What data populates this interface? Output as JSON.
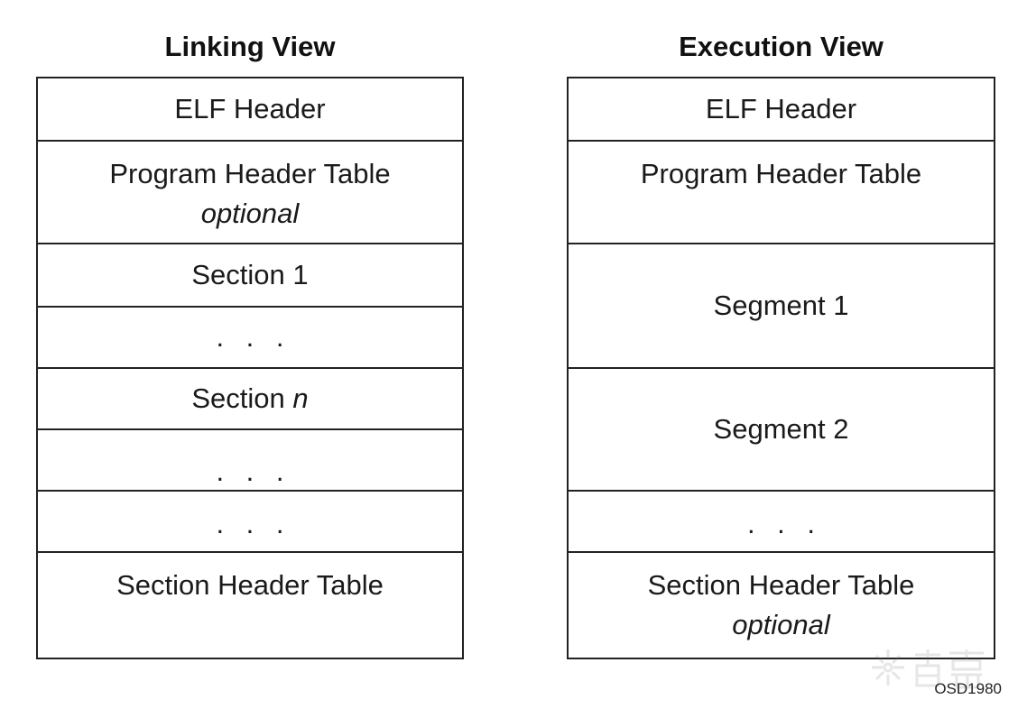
{
  "linking_view": {
    "title": "Linking View",
    "rows": {
      "elf_header": "ELF Header",
      "program_header_table": "Program Header Table",
      "program_header_optional": "optional",
      "section_1": "Section 1",
      "ellipsis_1": ". . .",
      "section_n_prefix": "Section ",
      "section_n_var": "n",
      "ellipsis_2": ". . .",
      "ellipsis_3": ". . .",
      "section_header_table": "Section Header Table"
    }
  },
  "execution_view": {
    "title": "Execution View",
    "rows": {
      "elf_header": "ELF Header",
      "program_header_table": "Program Header Table",
      "segment_1": "Segment 1",
      "segment_2": "Segment 2",
      "ellipsis": ". . .",
      "section_header_table": "Section Header Table",
      "section_header_optional": "optional"
    }
  },
  "figure_id": "OSD1980",
  "colors": {
    "line": "#222222",
    "text": "#1a1a1a",
    "background": "#ffffff"
  }
}
